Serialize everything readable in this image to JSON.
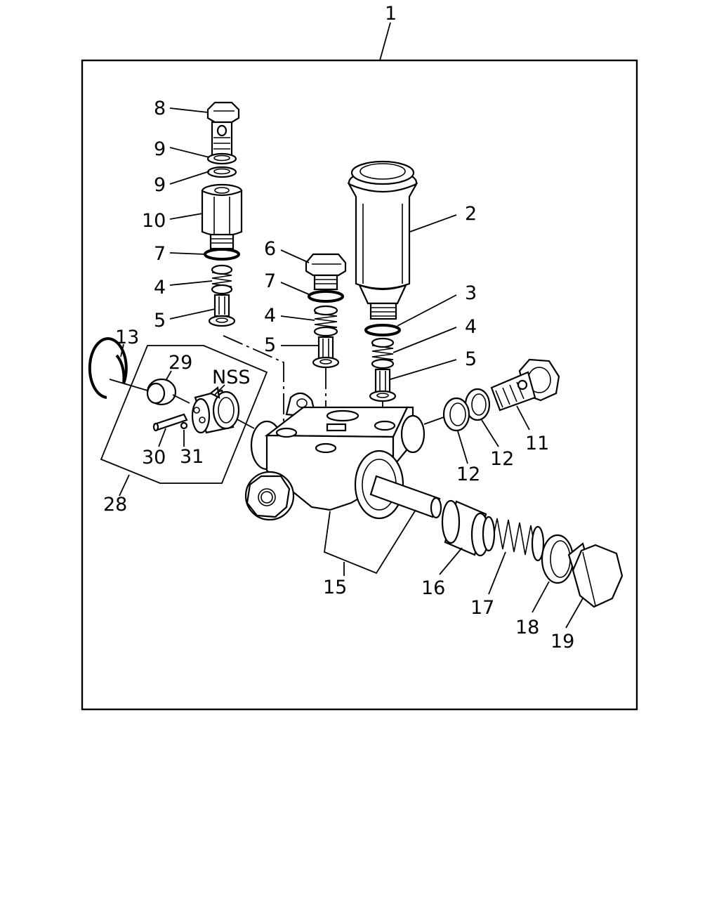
{
  "labels": {
    "p1": "1",
    "p2": "2",
    "p3": "3",
    "p4a": "4",
    "p4b": "4",
    "p4c": "4",
    "p5a": "5",
    "p5b": "5",
    "p5c": "5",
    "p6": "6",
    "p7a": "7",
    "p7b": "7",
    "p8": "8",
    "p9a": "9",
    "p9b": "9",
    "p10": "10",
    "p11": "11",
    "p12a": "12",
    "p12b": "12",
    "p13": "13",
    "p15": "15",
    "p16": "16",
    "p17": "17",
    "p18": "18",
    "p19": "19",
    "p28": "28",
    "p29": "29",
    "p30": "30",
    "p31": "31",
    "nss": "NSS"
  }
}
